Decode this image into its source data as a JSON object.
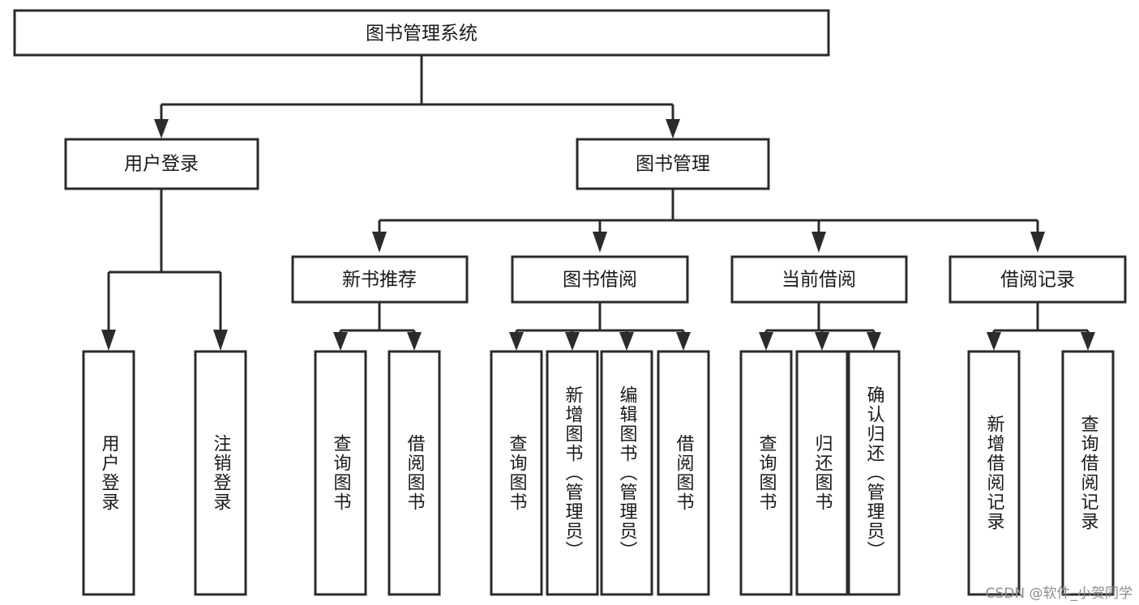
{
  "diagram": {
    "type": "tree",
    "title": "图书管理系统",
    "colors": {
      "box_stroke": "#2b2b2b",
      "box_fill": "#ffffff",
      "connector": "#2b2b2b",
      "label_text": "#1a1a1a",
      "watermark": "#8c8c8c",
      "background": "#ffffff"
    },
    "root": {
      "label": "图书管理系统"
    },
    "level2": [
      {
        "label": "用户登录"
      },
      {
        "label": "图书管理"
      }
    ],
    "level3": [
      {
        "label": "新书推荐"
      },
      {
        "label": "图书借阅"
      },
      {
        "label": "当前借阅"
      },
      {
        "label": "借阅记录"
      }
    ],
    "leaves": {
      "user_login": [
        {
          "label": "用户登录"
        },
        {
          "label": "注销登录"
        }
      ],
      "new_book_recommend": [
        {
          "label": "查询图书"
        },
        {
          "label": "借阅图书"
        }
      ],
      "book_borrow": [
        {
          "label": "查询图书"
        },
        {
          "label": "新增图书（管理员）"
        },
        {
          "label": "编辑图书（管理员）"
        },
        {
          "label": "借阅图书"
        }
      ],
      "current_borrow": [
        {
          "label": "查询图书"
        },
        {
          "label": "归还图书"
        },
        {
          "label": "确认归还（管理员）"
        }
      ],
      "borrow_record": [
        {
          "label": "新增借阅记录"
        },
        {
          "label": "查询借阅记录"
        }
      ]
    },
    "watermark": "CSDN @软件_小贺同学"
  }
}
